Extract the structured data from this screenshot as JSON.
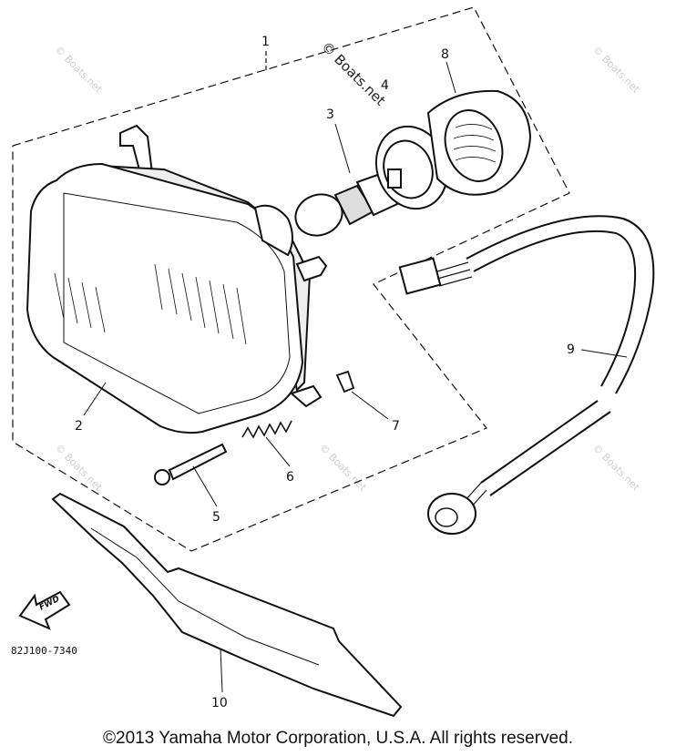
{
  "callouts": {
    "c1": "1",
    "c2": "2",
    "c3": "3",
    "c4": "4",
    "c5": "5",
    "c6": "6",
    "c7": "7",
    "c8": "8",
    "c9": "9",
    "c10": "10"
  },
  "fwd_label": "FWD",
  "part_code": "82J100-7340",
  "watermark": "© Boats.net",
  "copyright": "©2013 Yamaha Motor Corporation, U.S.A. All rights reserved."
}
